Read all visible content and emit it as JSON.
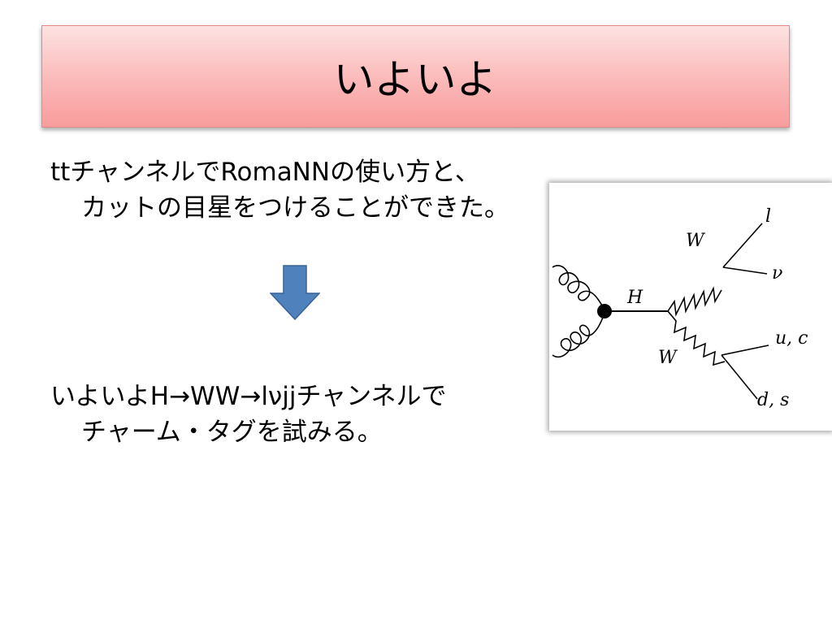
{
  "slide": {
    "title": "いよいよ",
    "block1": {
      "line1": "ttチャンネルでRomaNNの使い方と、",
      "line2": "カットの目星をつけることができた。"
    },
    "block2": {
      "line1": "いよいよH→WW→lνjjチャンネルで",
      "line2": "チャーム・タグを試みる。"
    },
    "arrow_icon": "down-arrow-icon",
    "colors": {
      "title_gradient_top": "#fde2e2",
      "title_gradient_bottom": "#f99c9c",
      "arrow_fill": "#4f81bd"
    }
  },
  "diagram": {
    "labels": {
      "higgs": "H",
      "w_upper": "W",
      "w_lower": "W",
      "lepton": "l",
      "neutrino": "ν",
      "quark_up": "u, c",
      "quark_down": "d, s"
    }
  }
}
